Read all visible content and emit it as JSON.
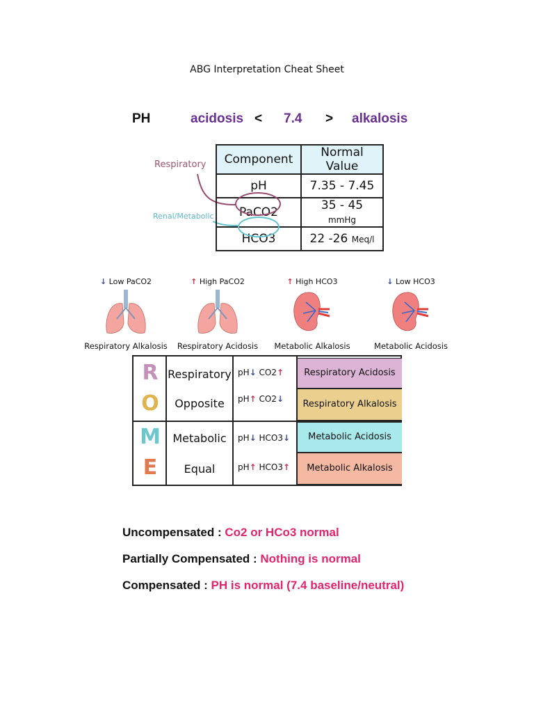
{
  "title": "ABG Interpretation Cheat Sheet",
  "ph_line": {
    "label": "PH",
    "left": "acidosis",
    "lt": "<",
    "value": "7.4",
    "gt": ">",
    "right": "alkalosis",
    "colors": {
      "purple": "#6a3090"
    }
  },
  "components_table": {
    "headers": [
      "Component",
      "Normal Value"
    ],
    "rows": [
      {
        "component": "pH",
        "value": "7.35 - 7.45",
        "unit": ""
      },
      {
        "component": "PaCO2",
        "value": "35 - 45",
        "unit": "mmHg"
      },
      {
        "component": "HCO3",
        "value": "22 -26",
        "unit": "Meq/l"
      }
    ],
    "annotation_respiratory": "Respiratory",
    "annotation_renal": "Renal/Metabolic"
  },
  "organs": [
    {
      "arrow": "↓",
      "top": "Low PaCO2",
      "organ": "lungs-icon",
      "bottom": "Respiratory Alkalosis"
    },
    {
      "arrow": "↑",
      "top": "High PaCO2",
      "organ": "lungs-icon",
      "bottom": "Respiratory Acidosis"
    },
    {
      "arrow": "↑",
      "top": "High HCO3",
      "organ": "kidney-icon",
      "bottom": "Metabolic Alkalosis"
    },
    {
      "arrow": "↓",
      "top": "Low HCO3",
      "organ": "kidney-icon",
      "bottom": "Metabolic Acidosis"
    }
  ],
  "rome": {
    "letters": [
      "R",
      "O",
      "M",
      "E"
    ],
    "words": [
      "Respiratory",
      "Opposite",
      "Metabolic",
      "Equal"
    ],
    "rules": [
      {
        "a": "pH",
        "a_arrow": "↓",
        "b": "CO2",
        "b_arrow": "↑"
      },
      {
        "a": "pH",
        "a_arrow": "↑",
        "b": "CO2",
        "b_arrow": "↓"
      },
      {
        "a": "pH",
        "a_arrow": "↓",
        "b": "HCO3",
        "b_arrow": "↓"
      },
      {
        "a": "pH",
        "a_arrow": "↑",
        "b": "HCO3",
        "b_arrow": "↑"
      }
    ],
    "results": [
      {
        "label": "Respiratory Acidosis",
        "color": "#dcb5d6"
      },
      {
        "label": "Respiratory Alkalosis",
        "color": "#ebcf8f"
      },
      {
        "label": "Metabolic Acidosis",
        "color": "#a8e9ec"
      },
      {
        "label": "Metabolic Alkalosis",
        "color": "#f4b9a3"
      }
    ],
    "letter_colors": [
      "#c48fb9",
      "#e0b450",
      "#6cc8cc",
      "#e07a50"
    ]
  },
  "compensation": [
    {
      "label": "Uncompensated : ",
      "value": "Co2 or HCo3 normal"
    },
    {
      "label": "Partially Compensated : ",
      "value": "Nothing is normal"
    },
    {
      "label": "Compensated : ",
      "value": "PH is normal (7.4 baseline/neutral)"
    }
  ]
}
